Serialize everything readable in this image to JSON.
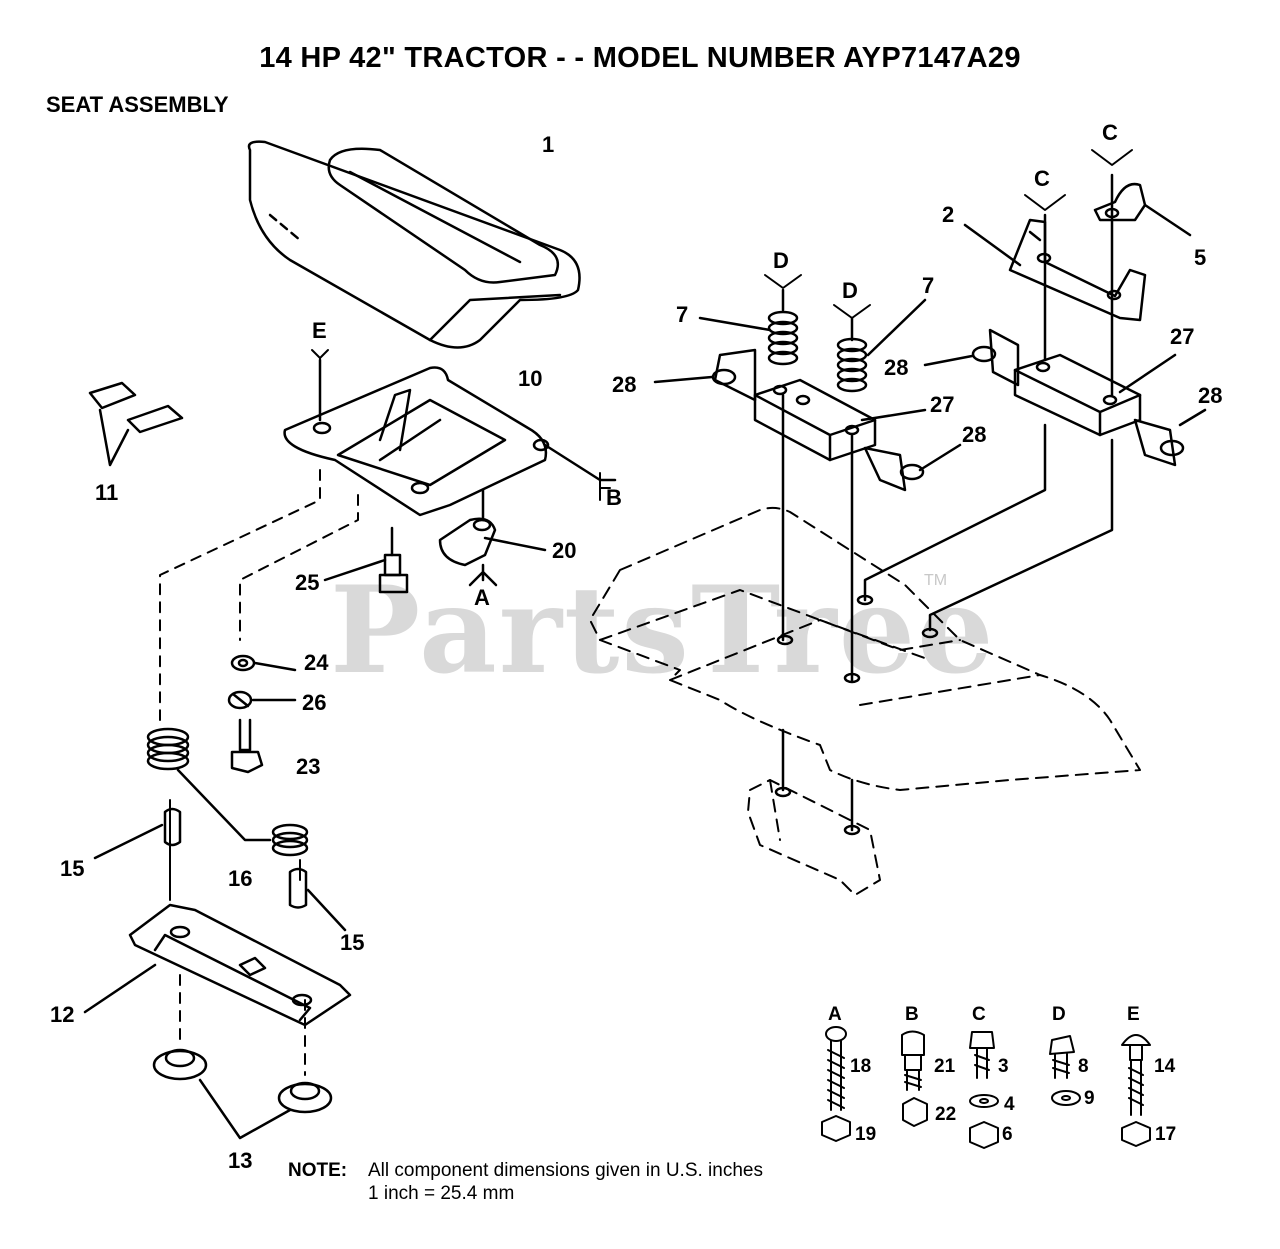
{
  "title": "14 HP 42\" TRACTOR - - MODEL NUMBER AYP7147A29",
  "subtitle": "SEAT ASSEMBLY",
  "watermark": "PartsTree",
  "watermark_mark": "TM",
  "note": {
    "label": "NOTE:",
    "line1": "All component dimensions given in U.S. inches",
    "line2": "1 inch = 25.4 mm"
  },
  "callouts": {
    "c1": "1",
    "c2": "2",
    "c5": "5",
    "c7a": "7",
    "c7b": "7",
    "c10": "10",
    "c11": "11",
    "c12": "12",
    "c13": "13",
    "c15a": "15",
    "c15b": "15",
    "c16": "16",
    "c20": "20",
    "c23": "23",
    "c24": "24",
    "c25": "25",
    "c26": "26",
    "c27a": "27",
    "c27b": "27",
    "c28a": "28",
    "c28b": "28",
    "c28c": "28",
    "c28d": "28"
  },
  "refs": {
    "A1": "A",
    "B1": "B",
    "C1": "C",
    "C2": "C",
    "D1": "D",
    "D2": "D",
    "E1": "E"
  },
  "hardware": {
    "A": {
      "letter": "A",
      "parts": [
        "18",
        "19"
      ]
    },
    "B": {
      "letter": "B",
      "parts": [
        "21",
        "22"
      ]
    },
    "C": {
      "letter": "C",
      "parts": [
        "3",
        "4",
        "6"
      ]
    },
    "D": {
      "letter": "D",
      "parts": [
        "8",
        "9"
      ]
    },
    "E": {
      "letter": "E",
      "parts": [
        "14",
        "17"
      ]
    }
  }
}
